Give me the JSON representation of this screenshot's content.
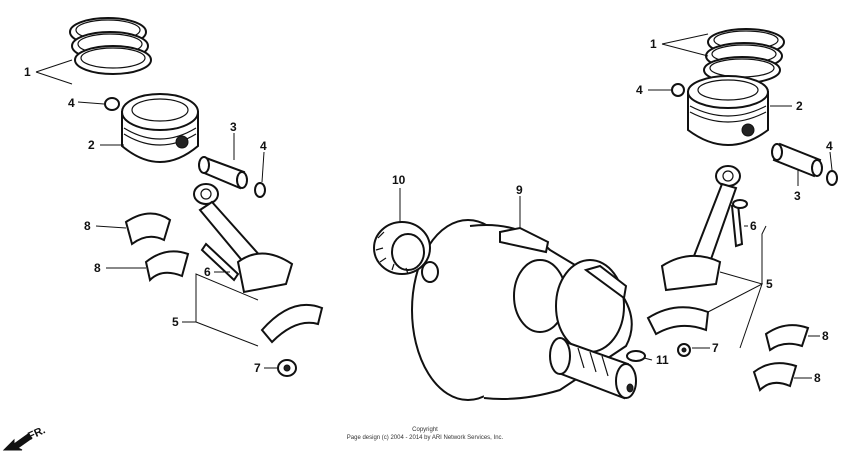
{
  "diagram": {
    "callouts": {
      "c1a": "1",
      "c1b": "1",
      "c2a": "2",
      "c2b": "2",
      "c3a": "3",
      "c3b": "3",
      "c4a": "4",
      "c4b": "4",
      "c4c": "4",
      "c4d": "4",
      "c5a": "5",
      "c5b": "5",
      "c6a": "6",
      "c6b": "6",
      "c7a": "7",
      "c7b": "7",
      "c8a": "8",
      "c8b": "8",
      "c8c": "8",
      "c8d": "8",
      "c9": "9",
      "c10": "10",
      "c11": "11"
    },
    "front_marker": "FR.",
    "copyright_line1": "Copyright",
    "copyright_line2": "Page design (c) 2004 - 2014 by ARI Network Services, Inc."
  }
}
